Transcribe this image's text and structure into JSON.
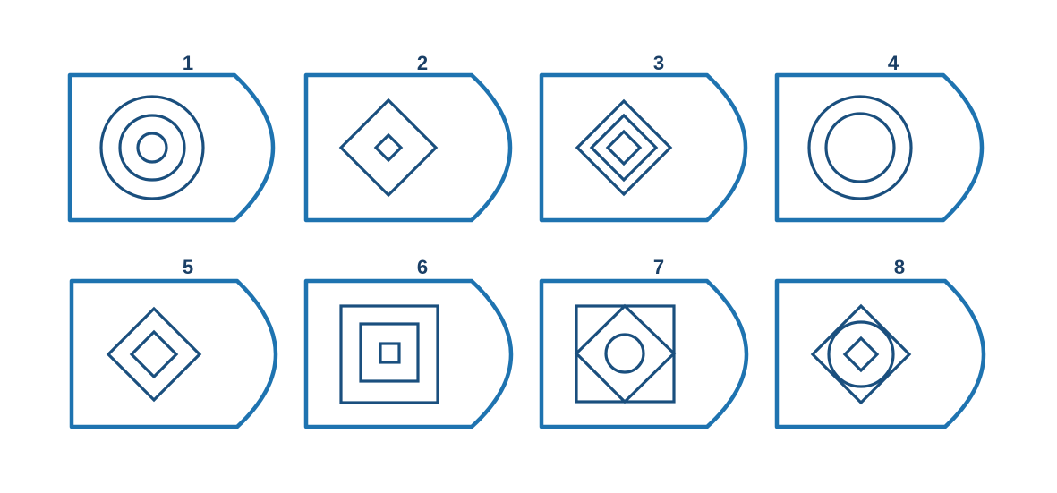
{
  "colors": {
    "outline": "#1e73b0",
    "inner": "#1a4f7e",
    "number": "#1a3f66",
    "background": "#ffffff"
  },
  "badges": [
    {
      "number": "1",
      "shapes": [
        "circle",
        "circle",
        "circle"
      ]
    },
    {
      "number": "2",
      "shapes": [
        "diamond",
        "diamond"
      ]
    },
    {
      "number": "3",
      "shapes": [
        "diamond",
        "diamond",
        "diamond"
      ]
    },
    {
      "number": "4",
      "shapes": [
        "circle",
        "circle"
      ]
    },
    {
      "number": "5",
      "shapes": [
        "diamond",
        "diamond"
      ]
    },
    {
      "number": "6",
      "shapes": [
        "square",
        "square",
        "square"
      ]
    },
    {
      "number": "7",
      "shapes": [
        "square",
        "diamond",
        "circle"
      ]
    },
    {
      "number": "8",
      "shapes": [
        "diamond",
        "circle",
        "diamond"
      ]
    }
  ]
}
